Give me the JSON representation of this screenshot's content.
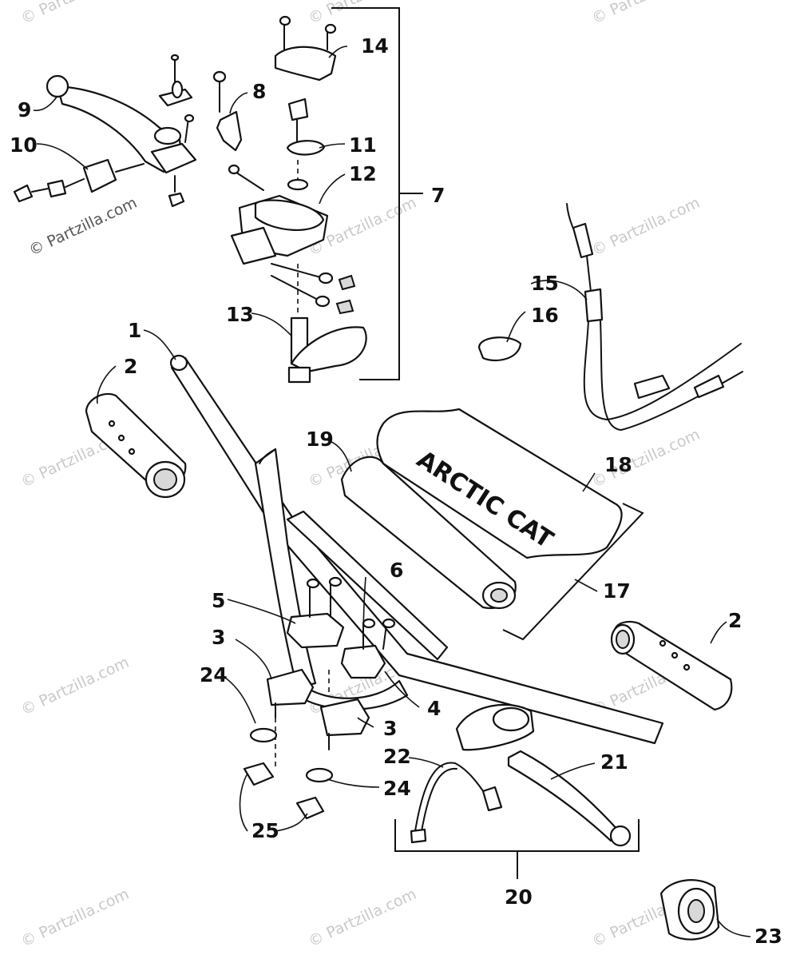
{
  "diagram": {
    "brand_text": "ARCTIC CAT",
    "watermark": "© Partzilla.com",
    "callouts": {
      "c1": "1",
      "c2a": "2",
      "c2b": "2",
      "c3a": "3",
      "c3b": "3",
      "c4": "4",
      "c5": "5",
      "c6": "6",
      "c7": "7",
      "c8": "8",
      "c9": "9",
      "c10": "10",
      "c11": "11",
      "c12": "12",
      "c13": "13",
      "c14": "14",
      "c15": "15",
      "c16": "16",
      "c17": "17",
      "c18": "18",
      "c19": "19",
      "c20": "20",
      "c21": "21",
      "c22": "22",
      "c23": "23",
      "c24a": "24",
      "c24b": "24",
      "c25": "25"
    }
  }
}
